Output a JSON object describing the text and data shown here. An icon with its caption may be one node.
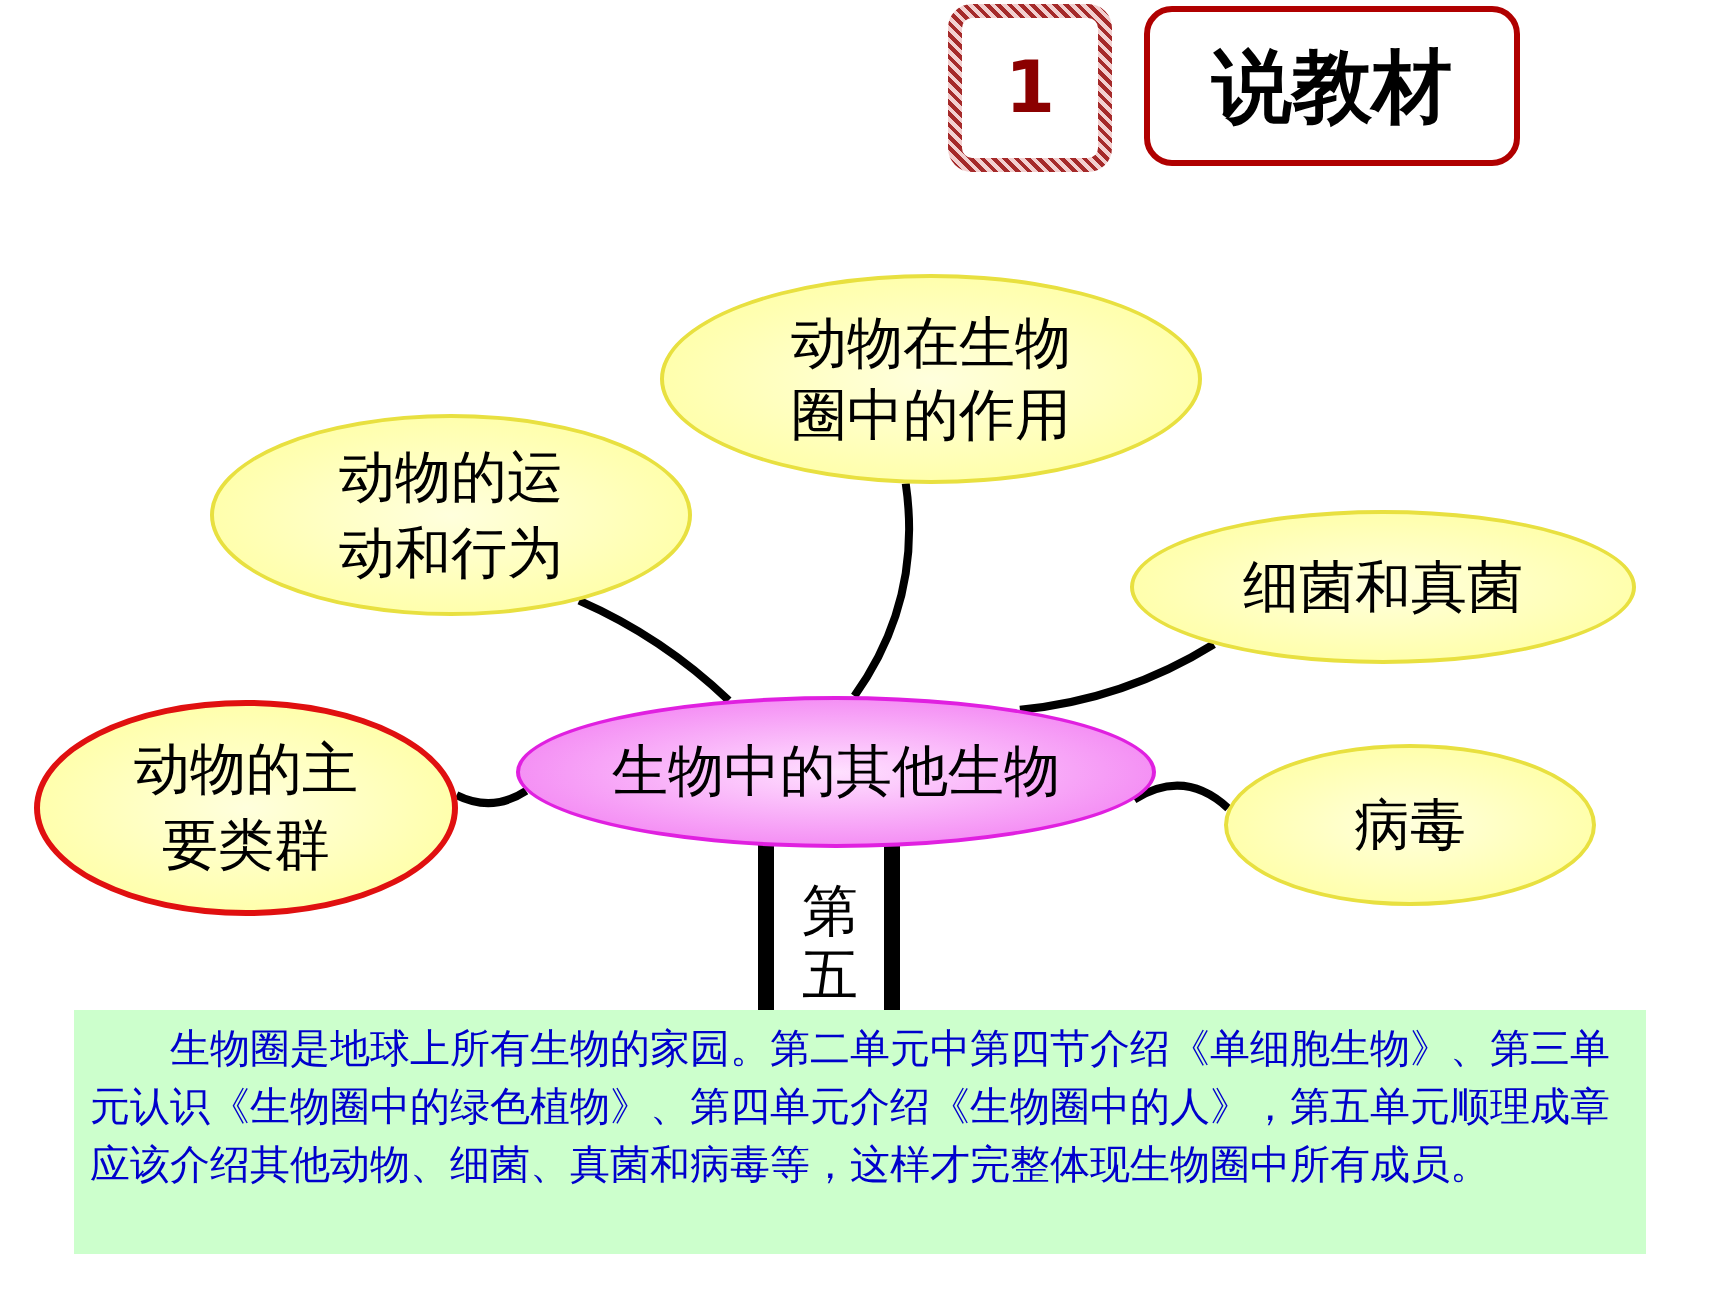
{
  "diagram": {
    "nodes": [
      {
        "text": [
          "1"
        ]
      },
      {
        "text": [
          "说教材"
        ]
      },
      {
        "text": [
          "生物中的其他生物"
        ]
      },
      {
        "text": [
          "动物的主要类群"
        ]
      },
      {
        "text": [
          "动物的运动和行为"
        ]
      },
      {
        "text": [
          "动物在生物圈中的作用"
        ]
      },
      {
        "text": [
          "细菌和真菌"
        ]
      },
      {
        "text": [
          "病毒"
        ]
      },
      {
        "text": [
          "生物圈是地球上所有生物的家园。第二单元中第四节介绍《单细胞生物》、第三单元认识《生物圈中的绿色植物》、第四单元介绍《生物圈中的人》，第五单元顺理成章应该介绍其他动物、细菌、真菌和病毒等，这样才完整体现生物圈中所有成员。"
        ]
      }
    ],
    "edges": [
      {
        "from": 2,
        "to": 3,
        "arrow": "none"
      },
      {
        "from": 2,
        "to": 4,
        "arrow": "none"
      },
      {
        "from": 2,
        "to": 5,
        "arrow": "none"
      },
      {
        "from": 2,
        "to": 6,
        "arrow": "none"
      },
      {
        "from": 2,
        "to": 7,
        "arrow": "none"
      },
      {
        "from": 2,
        "to": 8,
        "arrow": "none",
        "style": "thick"
      }
    ],
    "labels": [
      "第五"
    ]
  }
}
